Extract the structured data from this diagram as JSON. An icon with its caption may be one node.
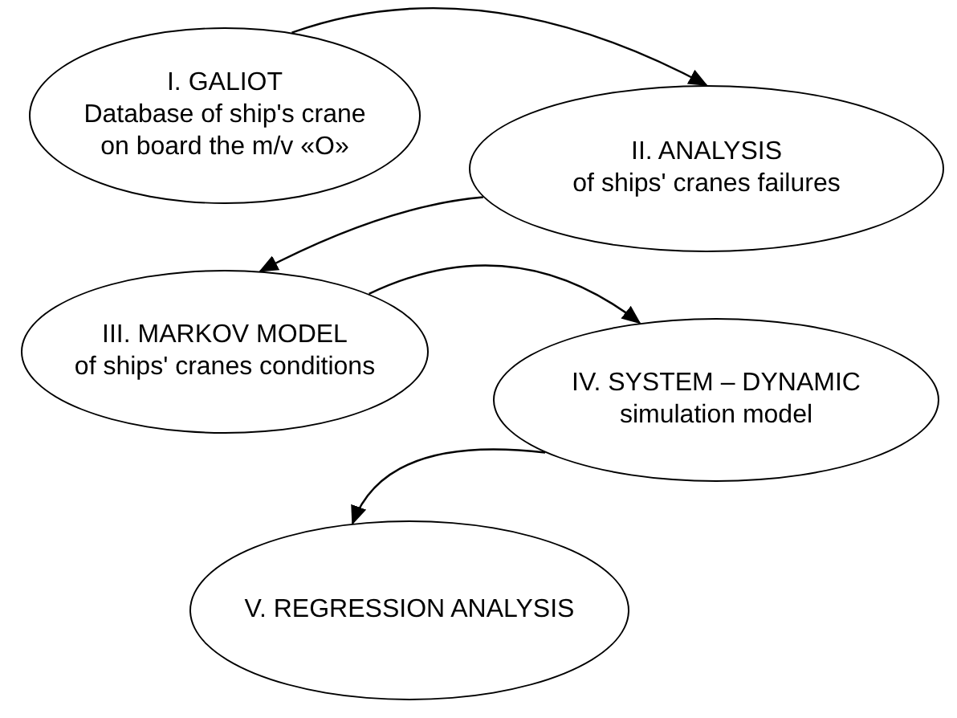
{
  "diagram": {
    "nodes": [
      {
        "text": [
          "I. GALIOT",
          "Database of ship's crane on board the m/v  «O»"
        ]
      },
      {
        "text": [
          "II. ANALYSIS",
          "of ships' cranes failures"
        ]
      },
      {
        "text": [
          "III. MARKOV MODEL",
          "of ships' cranes conditions"
        ]
      },
      {
        "text": [
          "IV. SYSTEM – DYNAMIC",
          "simulation model"
        ]
      },
      {
        "text": [
          "V. REGRESSION ANALYSIS"
        ]
      }
    ],
    "edges": [
      {
        "from": 0,
        "to": 1,
        "arrow": "to"
      },
      {
        "from": 1,
        "to": 2,
        "arrow": "to"
      },
      {
        "from": 2,
        "to": 3,
        "arrow": "to"
      },
      {
        "from": 3,
        "to": 4,
        "arrow": "to"
      }
    ]
  }
}
